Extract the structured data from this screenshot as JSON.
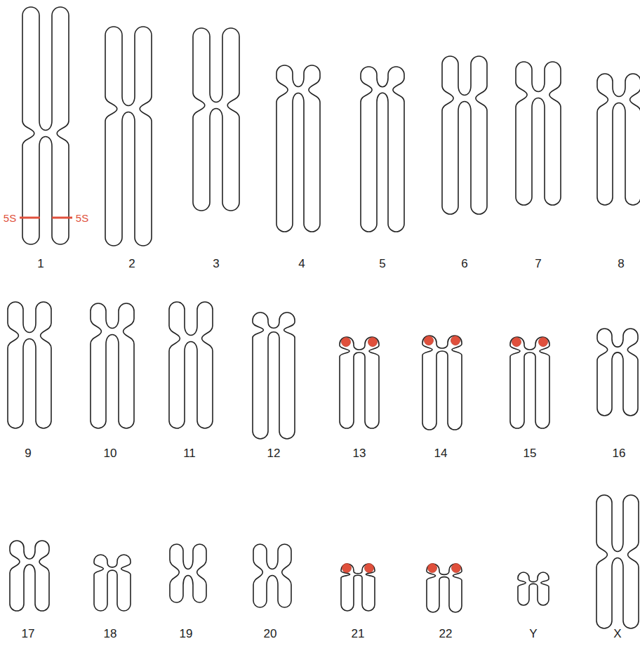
{
  "diagram": {
    "labels": [
      "5S",
      "5S",
      "1",
      "2",
      "3",
      "4",
      "5",
      "6",
      "7",
      "8",
      "9",
      "10",
      "11",
      "12",
      "13",
      "14",
      "15",
      "16",
      "17",
      "18",
      "19",
      "20",
      "21",
      "22",
      "Y",
      "X"
    ]
  }
}
